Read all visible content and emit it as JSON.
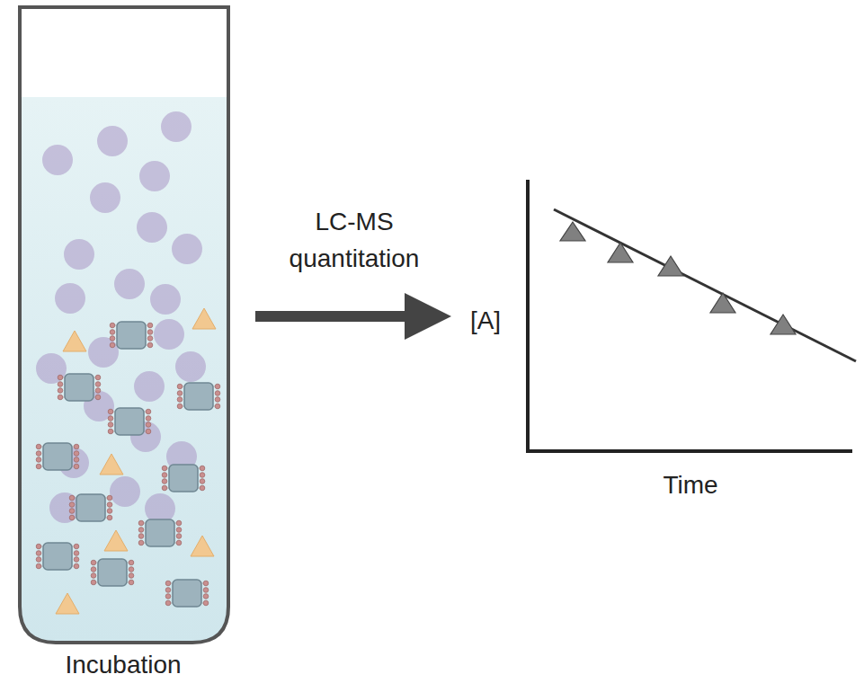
{
  "diagram": {
    "labels": [
      "LC-MS quantitation",
      "[A]",
      "Time",
      "Incubation"
    ]
  }
}
